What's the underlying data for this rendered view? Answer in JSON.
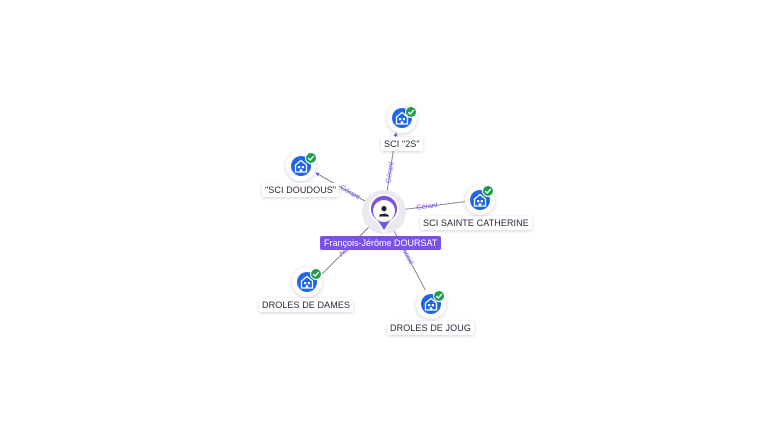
{
  "colors": {
    "accent": "#7a52e8",
    "company": "#1f65e8",
    "verified": "#1f9d4c",
    "edge": "#6b6b76"
  },
  "person": {
    "name": "François-Jérôme DOURSAT",
    "icon": "user-icon"
  },
  "companies": [
    {
      "id": "sci-2s",
      "label": "SCI \"2S\"",
      "icon": "building-icon",
      "badge": "check-icon"
    },
    {
      "id": "sci-doudous",
      "label": "\"SCI DOUDOUS\"",
      "icon": "building-icon",
      "badge": "check-icon"
    },
    {
      "id": "sci-sainte-catherine",
      "label": "SCI SAINTE CATHERINE",
      "icon": "building-icon",
      "badge": "check-icon"
    },
    {
      "id": "droles-de-dames",
      "label": "DROLES DE DAMES",
      "icon": "building-icon",
      "badge": "check-icon"
    },
    {
      "id": "droles-de-joug",
      "label": "DROLES DE JOUG",
      "icon": "building-icon",
      "badge": "check-icon"
    }
  ],
  "edges": [
    {
      "to": "sci-2s",
      "label": "Gérant"
    },
    {
      "to": "sci-doudous",
      "label": "Gérant"
    },
    {
      "to": "sci-sainte-catherine",
      "label": "Gérant"
    },
    {
      "to": "droles-de-dames",
      "label": "Associé"
    },
    {
      "to": "droles-de-joug",
      "label": "Associé"
    }
  ]
}
